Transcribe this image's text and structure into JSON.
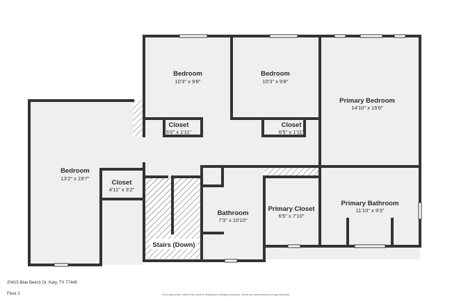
{
  "plan": {
    "address": "20415 Blue Beech Dr, Katy, TX 77449",
    "floor": "Floor 2",
    "disclaimer": "Floor plans/tour cannot be used for building or design purposes. Sizes and dimensions are approximate.",
    "colors": {
      "wall": "#333333",
      "floor": "#efefef",
      "window": "#ffffff"
    }
  },
  "rooms": {
    "bedroom_left": {
      "name": "Bedroom",
      "dims": "13'2\" x 19'7\""
    },
    "closet_left": {
      "name": "Closet",
      "dims": "4'11\" x 3'2\""
    },
    "bedroom_top1": {
      "name": "Bedroom",
      "dims": "10'3\" x 9'8\""
    },
    "closet_top1": {
      "name": "Closet",
      "dims": "5'0\" x 1'11\""
    },
    "bedroom_top2": {
      "name": "Bedroom",
      "dims": "10'3\" x 9'8\""
    },
    "closet_top2": {
      "name": "Closet",
      "dims": "6'5\" x 1'11\""
    },
    "primary_bedroom": {
      "name": "Primary Bedroom",
      "dims": "14'10\" x 15'6\""
    },
    "primary_bath": {
      "name": "Primary Bathroom",
      "dims": "11'10\" x 9'3\""
    },
    "primary_closet": {
      "name": "Primary Closet",
      "dims": "6'5\" x 7'10\""
    },
    "bathroom": {
      "name": "Bathroom",
      "dims": "7'3\" x 10'10\""
    },
    "stairs": {
      "name": "Stairs (Down)"
    }
  }
}
